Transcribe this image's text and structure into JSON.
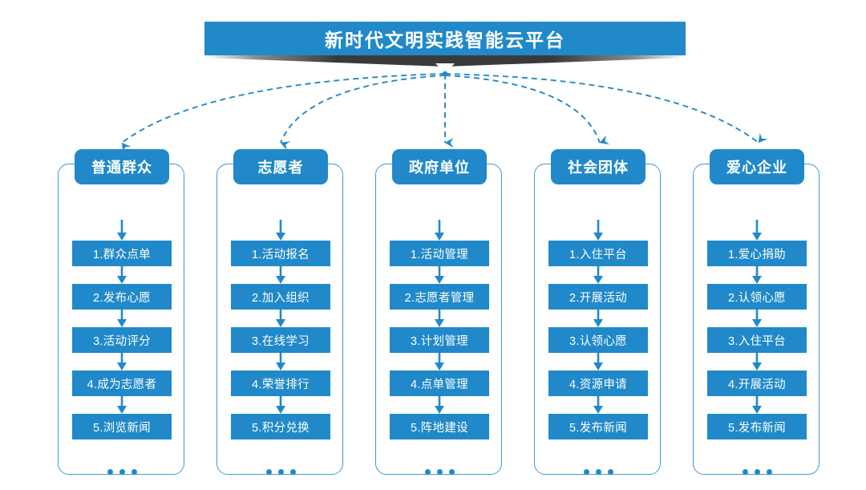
{
  "banner": {
    "title": "新时代文明实践智能云平台",
    "bar_color": "#2189c9",
    "ribbon_color": "#333333",
    "chevron_icon": "chevron-down-icon"
  },
  "theme": {
    "primary": "#2189c9",
    "frame_border": "#3f9ad4",
    "connector": "#2189c9",
    "text_on_primary": "#ffffff",
    "background": "#ffffff"
  },
  "connectors": {
    "style": "dashed",
    "arrow_icon": "arrow-down-icon",
    "count": 5
  },
  "columns": [
    {
      "header": "普通群众",
      "items": [
        "1.群众点单",
        "2.发布心愿",
        "3.活动评分",
        "4.成为志愿者",
        "5.浏览新闻"
      ],
      "more_indicator": "•••"
    },
    {
      "header": "志愿者",
      "items": [
        "1.活动报名",
        "2.加入组织",
        "3.在线学习",
        "4.荣誉排行",
        "5.积分兑换"
      ],
      "more_indicator": "•••"
    },
    {
      "header": "政府单位",
      "items": [
        "1.活动管理",
        "2.志愿者管理",
        "3.计划管理",
        "4.点单管理",
        "5.阵地建设"
      ],
      "more_indicator": "•••"
    },
    {
      "header": "社会团体",
      "items": [
        "1.入住平台",
        "2.开展活动",
        "3.认领心愿",
        "4.资源申请",
        "5.发布新闻"
      ],
      "more_indicator": "•••"
    },
    {
      "header": "爱心企业",
      "items": [
        "1.爱心捐助",
        "2.认领心愿",
        "3.入住平台",
        "4.开展活动",
        "5.发布新闻"
      ],
      "more_indicator": "•••"
    }
  ]
}
